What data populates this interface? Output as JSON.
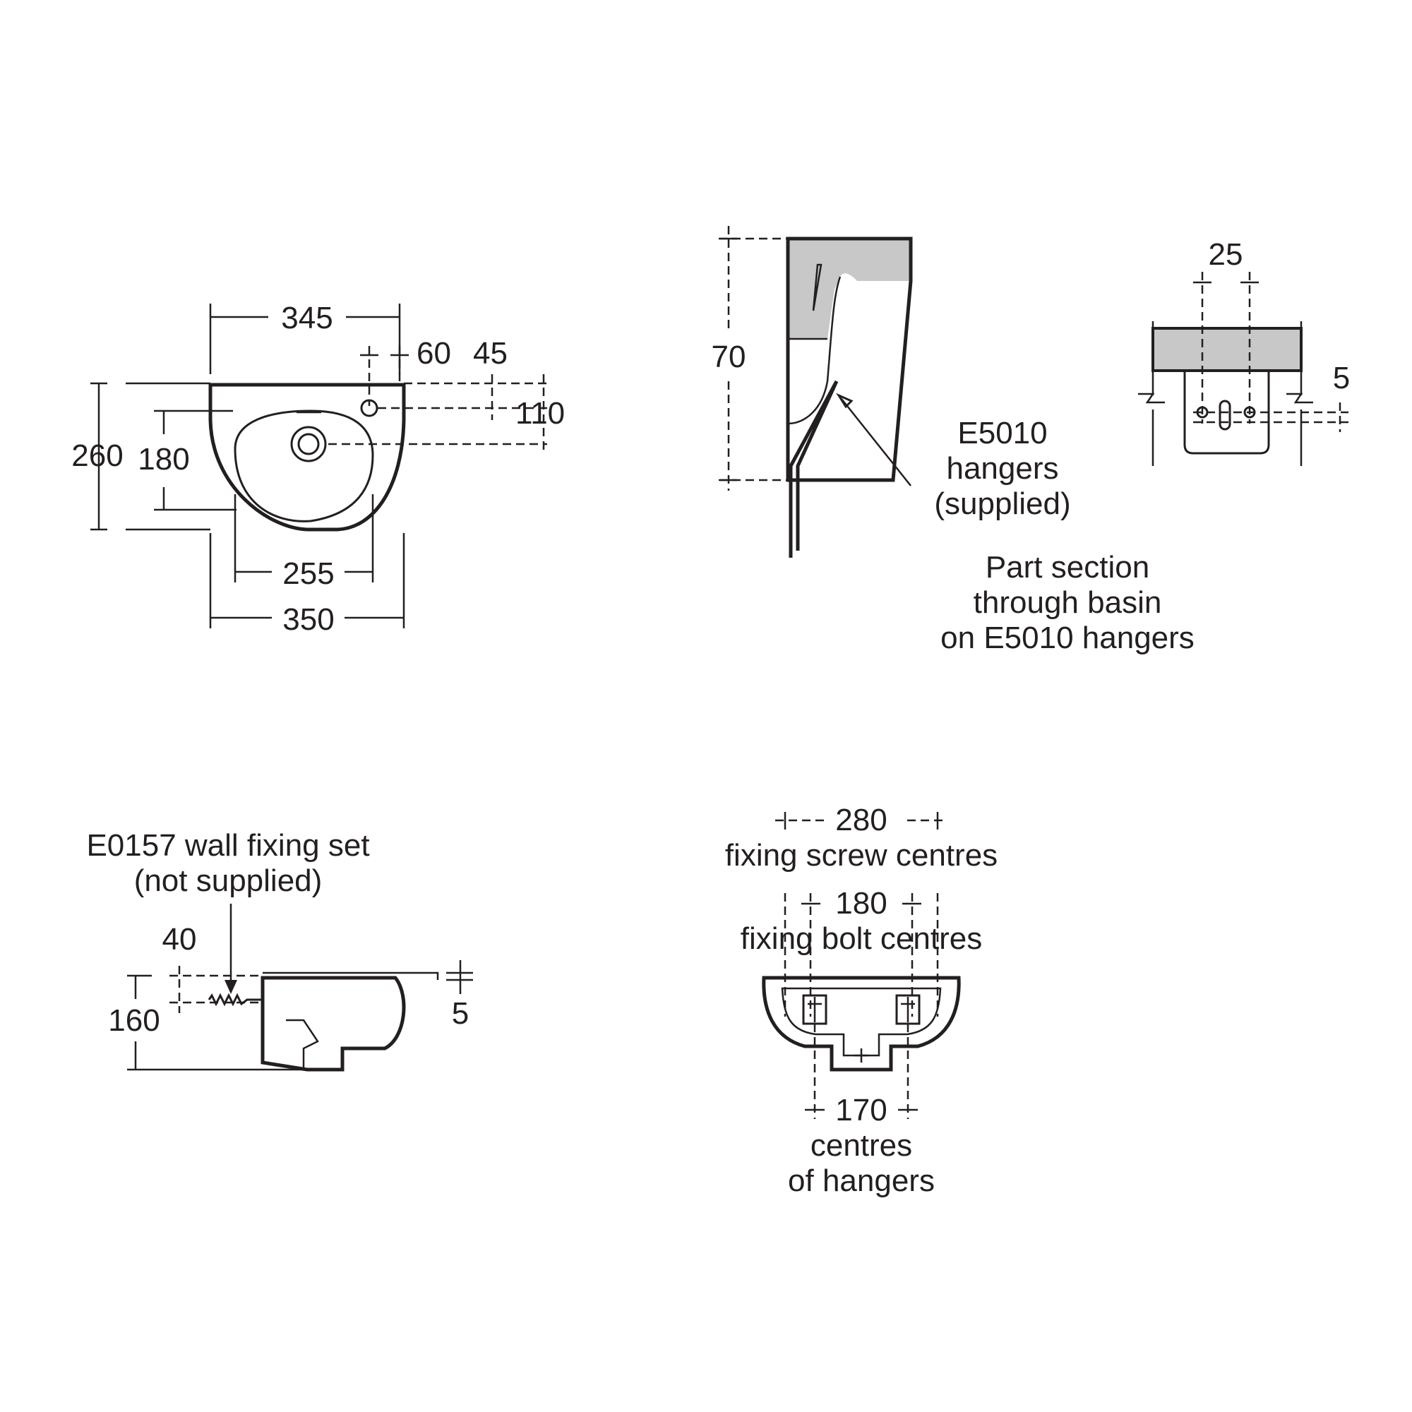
{
  "colors": {
    "ink": "#231f20",
    "section_fill": "#c8c8c8",
    "background": "#ffffff"
  },
  "plan_view": {
    "overall_depth_label": "345",
    "tap_offset_label": "60",
    "tap_offset2_label": "45",
    "tap_to_waste_label": "110",
    "height_label": "260",
    "bowl_height_label": "180",
    "bowl_width_label": "255",
    "overall_width_label": "350"
  },
  "section_view": {
    "height_label": "70",
    "hanger_label_line1": "E5010",
    "hanger_label_line2": "hangers",
    "hanger_label_line3": "(supplied)",
    "caption_line1": "Part section",
    "caption_line2": "through basin",
    "caption_line3": "on E5010 hangers"
  },
  "hanger_detail": {
    "width_label": "25",
    "offset_label": "5"
  },
  "side_view": {
    "fixing_label_line1": "E0157 wall fixing set",
    "fixing_label_line2": "(not supplied)",
    "fixing_depth_label": "40",
    "height_label": "160",
    "offset_label": "5"
  },
  "rear_view": {
    "screw_centres_value": "280",
    "screw_centres_text": "fixing screw centres",
    "bolt_centres_value": "180",
    "bolt_centres_text": "fixing bolt centres",
    "hanger_centres_value": "170",
    "hanger_centres_line1": "centres",
    "hanger_centres_line2": "of hangers"
  }
}
